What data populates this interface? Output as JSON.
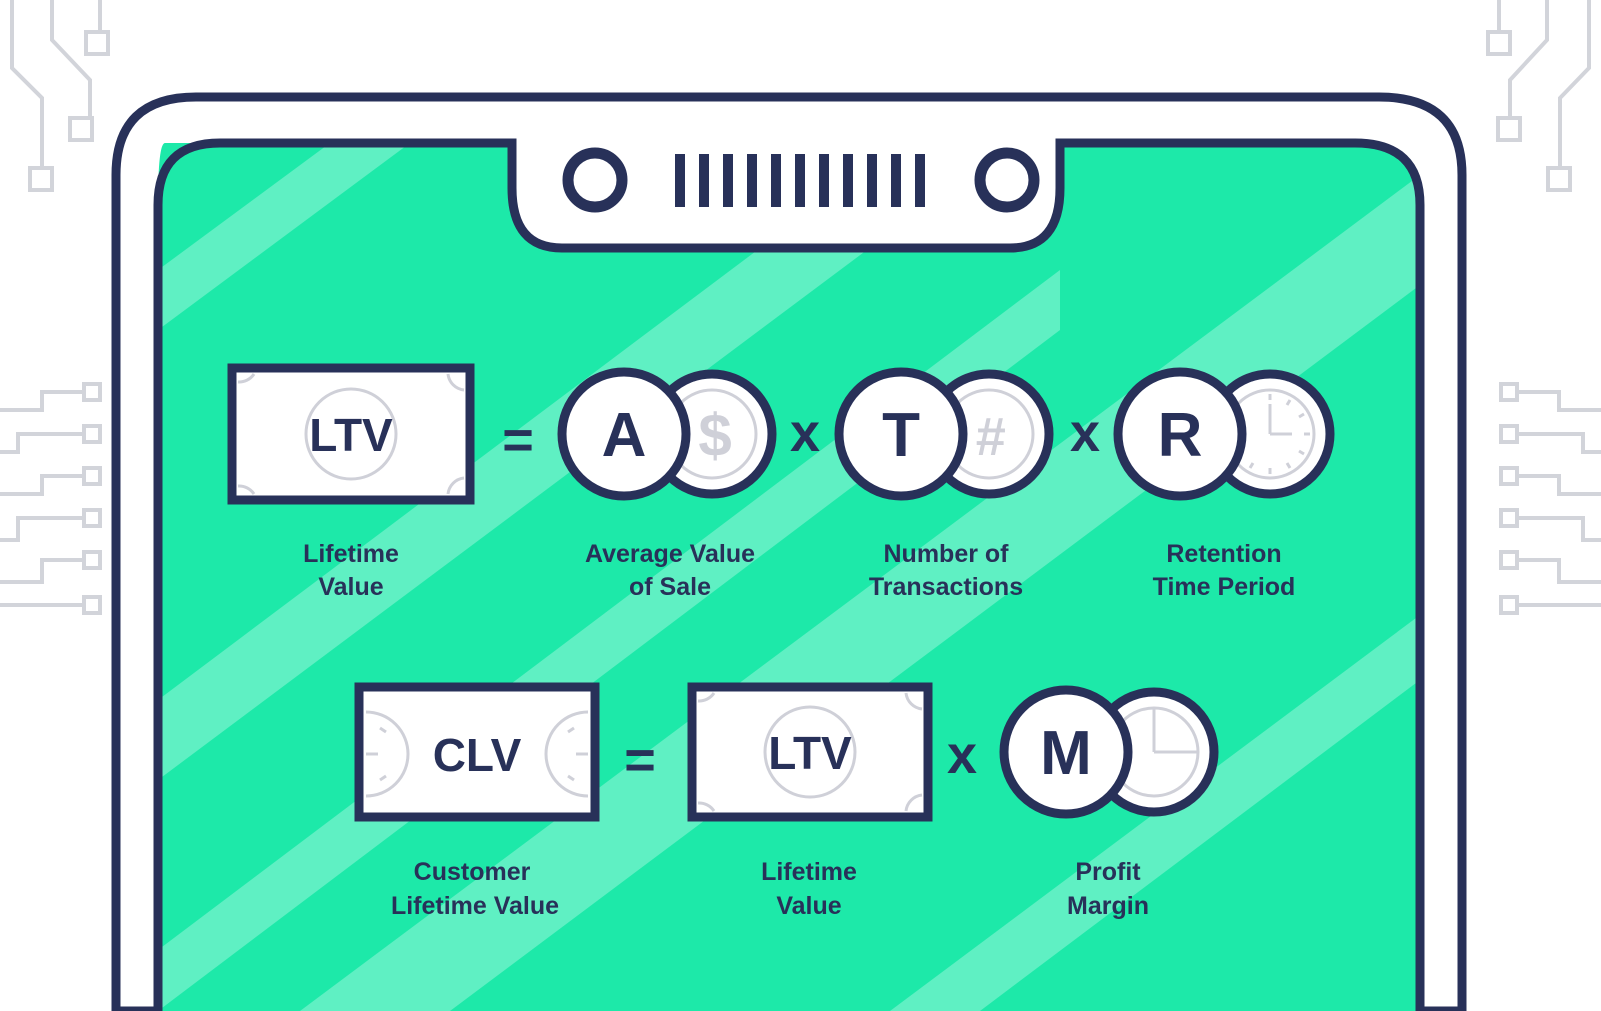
{
  "colors": {
    "navy": "#283159",
    "screen": "#1de9a9",
    "stripe": "#5ff0c3",
    "white": "#ffffff",
    "ghost": "#cfd0d8",
    "circuit": "#d2d4da"
  },
  "formula_ltv": {
    "result_badge": "LTV",
    "equals": "=",
    "times": "x",
    "result_caption": [
      "Lifetime",
      "Value"
    ],
    "factors": [
      {
        "letter": "A",
        "ghost_symbol": "$",
        "ghost_icon": "dollar-icon",
        "caption": [
          "Average Value",
          "of Sale"
        ]
      },
      {
        "letter": "T",
        "ghost_symbol": "#",
        "ghost_icon": "hash-icon",
        "caption": [
          "Number of",
          "Transactions"
        ]
      },
      {
        "letter": "R",
        "ghost_symbol": "",
        "ghost_icon": "clock-icon",
        "caption": [
          "Retention",
          "Time Period"
        ]
      }
    ]
  },
  "formula_clv": {
    "result_badge": "CLV",
    "equals": "=",
    "times": "x",
    "result_caption": [
      "Customer",
      "Lifetime Value"
    ],
    "ltv_badge": "LTV",
    "ltv_caption": [
      "Lifetime",
      "Value"
    ],
    "factor": {
      "letter": "M",
      "ghost_icon": "pie-chart-icon",
      "caption": [
        "Profit",
        "Margin"
      ]
    }
  },
  "icons": [
    "camera-lens-icon",
    "speaker-grille-icon",
    "circuit-trace-icon"
  ]
}
